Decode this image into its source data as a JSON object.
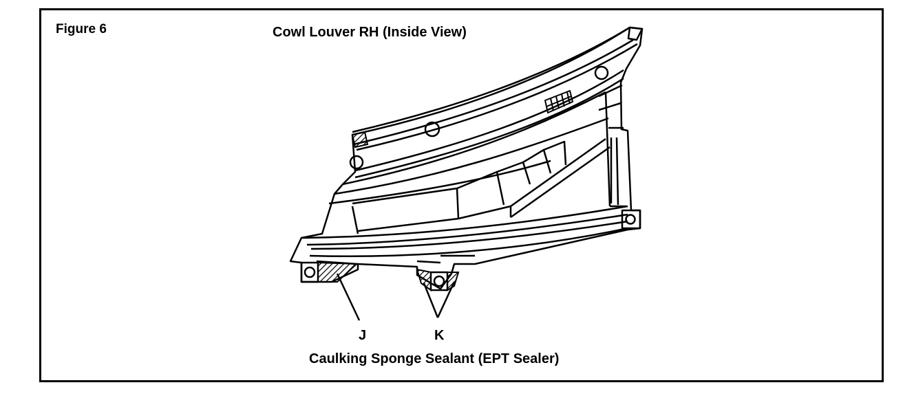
{
  "figure": {
    "label": "Figure 6",
    "title": "Cowl Louver RH (Inside View)",
    "caption": "Caulking Sponge Sealant (EPT Sealer)",
    "callouts": {
      "j": "J",
      "k": "K"
    }
  },
  "colors": {
    "line": "#000000",
    "background": "#ffffff"
  }
}
